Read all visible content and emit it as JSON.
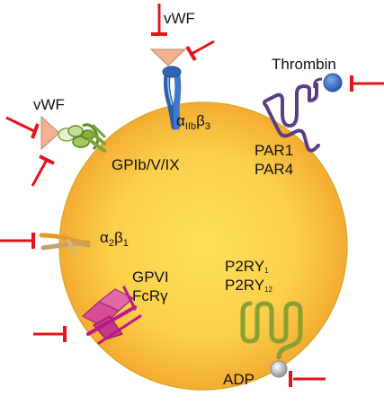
{
  "labels": {
    "vwf_top": "vWF",
    "vwf_left": "vWF",
    "thrombin": "Thrombin",
    "alpha_iib_beta3": {
      "a": "α",
      "a_sub": "IIb",
      "b": "β",
      "b_sub": "3"
    },
    "gpib": "GPIb/V/IX",
    "par1": "PAR1",
    "par4": "PAR4",
    "alpha2_beta1": {
      "a": "α",
      "a_sub": "2",
      "b": "β",
      "b_sub": "1"
    },
    "gpvi": "GPVI",
    "fcr": "FcRγ",
    "p2ry1": {
      "text": "P2RY",
      "sub": "1"
    },
    "p2ry12": {
      "text": "P2RY",
      "sub": "12"
    },
    "adp": "ADP"
  },
  "colors": {
    "cell_center": "#fde25a",
    "cell_edge": "#f4ac32",
    "inhibitor": "#e5141b",
    "integrin": "#2f66b8",
    "vwf": "#f3b08e",
    "thrombin_receptor": "#5a3e84",
    "thrombin": "#3f74c2",
    "gpib": "#76a53b",
    "a2b1": "#e69a2e",
    "gpvi": "#cf3f8b",
    "p2y": "#86a033",
    "adp": "#bdbdbd"
  }
}
